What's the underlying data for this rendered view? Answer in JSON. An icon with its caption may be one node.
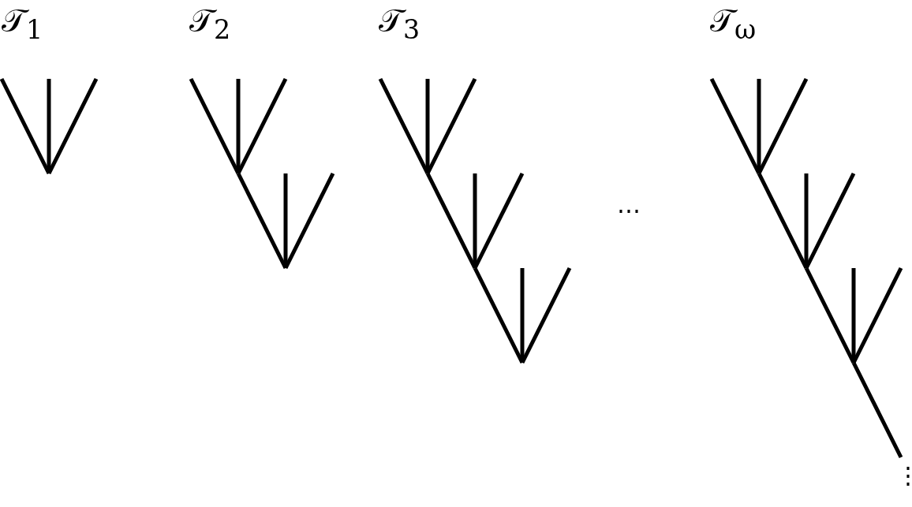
{
  "diagram": {
    "labels": [
      "𝒯$_{1}$",
      "𝒯$_{2}$",
      "𝒯$_{3}$",
      "⋯",
      "𝒯$_{ω}$",
      "⋮"
    ]
  }
}
